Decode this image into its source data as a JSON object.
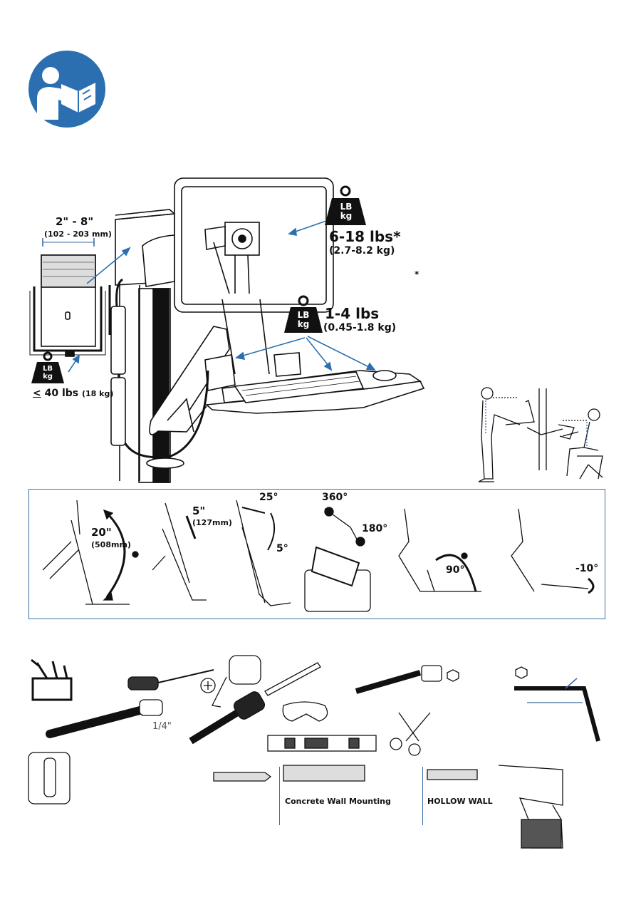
{
  "icons": {
    "read_manual": "read-manual-icon",
    "weight": "weight-icon"
  },
  "weight_badge": {
    "top": "LB",
    "bottom": "kg"
  },
  "cpu": {
    "width_range": "2\" - 8\"",
    "width_range_mm": "(102 - 203 mm)",
    "max_weight_prefix": "<",
    "max_weight": "40 lbs",
    "max_weight_kg": "(18 kg)"
  },
  "monitor": {
    "weight": "6-18 lbs*",
    "weight_kg": "(2.7-8.2 kg)",
    "asterisk": "*"
  },
  "keyboard": {
    "weight": "1-4 lbs",
    "weight_kg": "(0.45-1.8 kg)"
  },
  "adjustments": {
    "height": "20\"",
    "height_mm": "(508mm)",
    "monitor_lift": "5\"",
    "monitor_lift_mm": "(127mm)",
    "tilt_back": "25°",
    "tilt_fwd": "5°",
    "rotate": "360°",
    "pan": "180°",
    "kb_fold": "90°",
    "kb_tilt": "-10°"
  },
  "tools": {
    "socket_size": "1/4\"",
    "concrete_label": "Concrete Wall Mounting",
    "hollow_label": "HOLLOW WALL"
  },
  "colors": {
    "accent": "#2b6fb0",
    "frame": "#3a6ea5"
  }
}
